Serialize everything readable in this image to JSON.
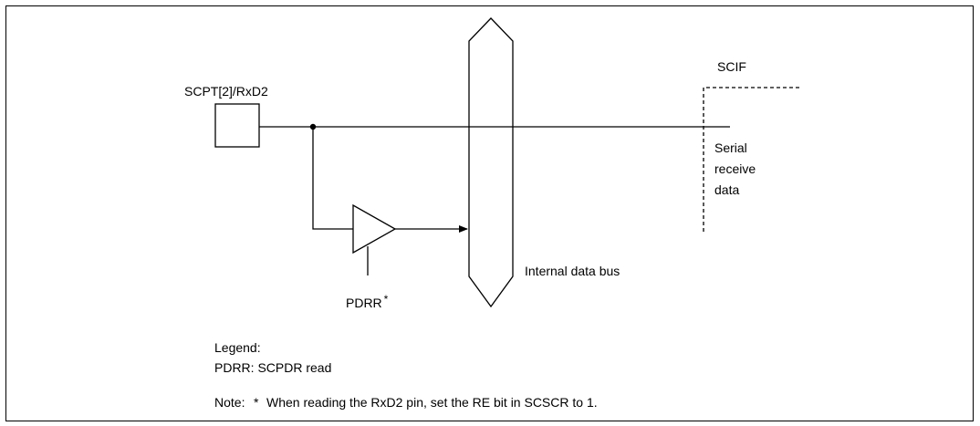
{
  "diagram": {
    "pin_label": "SCPT[2]/RxD2",
    "module_label": "SCIF",
    "serial_line1": "Serial",
    "serial_line2": "receive",
    "serial_line3": "data",
    "bus_label": "Internal data bus",
    "pdrr_label": "PDRR",
    "pdrr_mark": "*"
  },
  "legend": {
    "title": "Legend:",
    "entry": "PDRR:  SCPDR read"
  },
  "note": {
    "prefix": "Note:",
    "mark": "*",
    "text": "When reading the RxD2 pin, set the RE bit in SCSCR to 1."
  }
}
